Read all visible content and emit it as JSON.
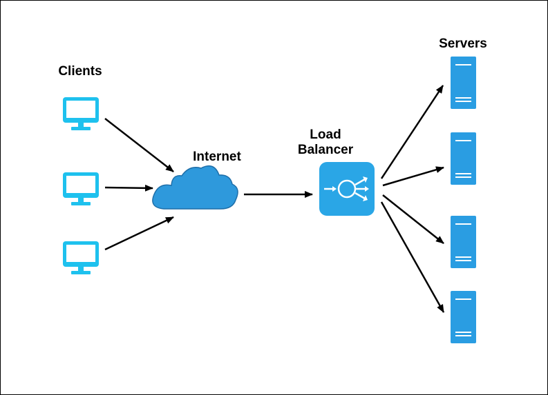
{
  "labels": {
    "clients": "Clients",
    "internet": "Internet",
    "load_balancer_line1": "Load",
    "load_balancer_line2": "Balancer",
    "servers": "Servers"
  },
  "colors": {
    "client_monitor": "#1ec1ee",
    "cloud": "#2e99dc",
    "cloud_outline": "#1e6ea8",
    "load_balancer": "#2aa6e6",
    "server": "#2a9de2",
    "arrow": "#000000",
    "border": "#000000"
  },
  "icons": {
    "client": "monitor-icon",
    "internet": "cloud-icon",
    "load_balancer": "load-balancer-icon",
    "server": "server-icon"
  },
  "counts": {
    "clients": 3,
    "servers": 4
  }
}
